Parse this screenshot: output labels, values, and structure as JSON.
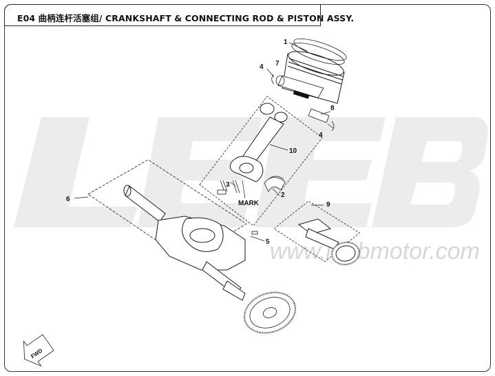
{
  "header": {
    "title": "E04 曲柄连杆活塞组/ CRANKSHAFT & CONNECTING ROD & PISTON ASSY."
  },
  "watermark": {
    "logo": "LEEB",
    "url": "www.leebmotor.com"
  },
  "callouts": [
    {
      "id": "1",
      "text": "1"
    },
    {
      "id": "2",
      "text": "2"
    },
    {
      "id": "3",
      "text": "3"
    },
    {
      "id": "4a",
      "text": "4"
    },
    {
      "id": "4b",
      "text": "4"
    },
    {
      "id": "5",
      "text": "5"
    },
    {
      "id": "6",
      "text": "6"
    },
    {
      "id": "7",
      "text": "7"
    },
    {
      "id": "8",
      "text": "8"
    },
    {
      "id": "9",
      "text": "9"
    },
    {
      "id": "10",
      "text": "10"
    }
  ],
  "mark_label": "MARK",
  "fwd_label": "FWD",
  "colors": {
    "line": "#1a1a1a",
    "watermark": "#ececec",
    "watermark_url": "#d7d7d7"
  }
}
